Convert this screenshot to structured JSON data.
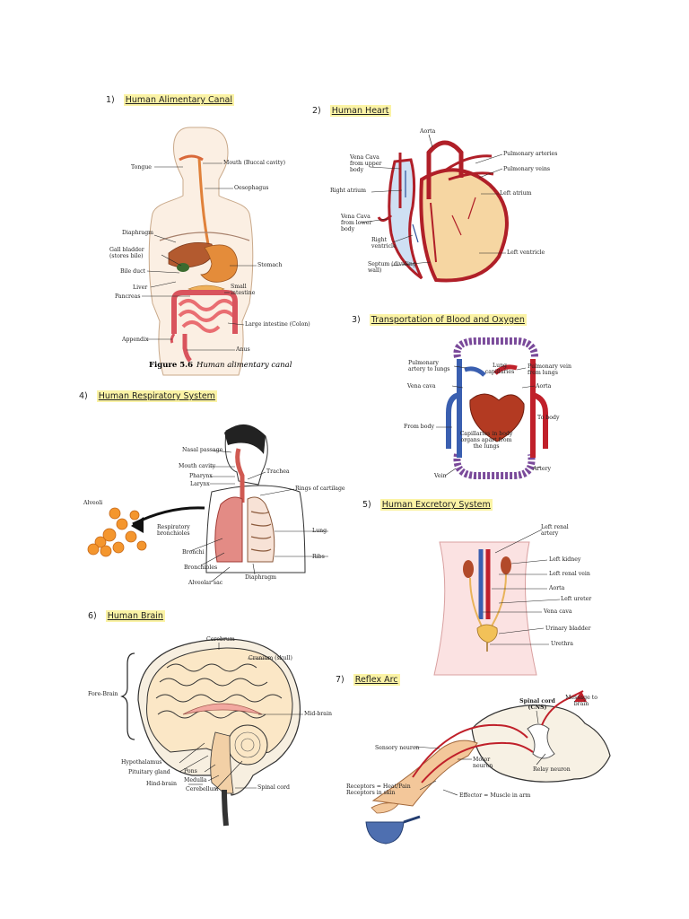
{
  "sections": {
    "s1": {
      "num": "1)",
      "title": "Human Alimentary Canal"
    },
    "s2": {
      "num": "2)",
      "title": "Human Heart"
    },
    "s3": {
      "num": "3)",
      "title": "Transportation of Blood and Oxygen"
    },
    "s4": {
      "num": "4)",
      "title": "Human Respiratory System"
    },
    "s5": {
      "num": "5)",
      "title": "Human Excretory System"
    },
    "s6": {
      "num": "6)",
      "title": "Human Brain"
    },
    "s7": {
      "num": "7)",
      "title": "Reflex Arc"
    }
  },
  "alimentary": {
    "labels": [
      "Mouth (Buccal cavity)",
      "Tongue",
      "Oesophagus",
      "Diaphragm",
      "Gall bladder (stores bile)",
      "Bile duct",
      "Liver",
      "Pancreas",
      "Stomach",
      "Small intestine",
      "Large intestine (Colon)",
      "Appendix",
      "Anus"
    ],
    "caption_fig": "Figure 5.6",
    "caption_text": "Human alimentary canal"
  },
  "heart": {
    "labels": [
      "Aorta",
      "Pulmonary arteries",
      "Pulmonary veins",
      "Vena Cava from upper body",
      "Right atrium",
      "Left atrium",
      "Vena Cava from lower body",
      "Right ventricle",
      "Left ventricle",
      "Septum (dividing wall)"
    ]
  },
  "transport": {
    "labels": [
      "Pulmonary artery to lungs",
      "Lung capillaries",
      "Pulmonary vein from lungs",
      "Vena cava",
      "Aorta",
      "To body",
      "From body",
      "Capillaries in body organs apart from the lungs",
      "Vein",
      "Artery"
    ]
  },
  "respiratory": {
    "labels": [
      "Nasal passage",
      "Mouth cavity",
      "Pharynx",
      "Larynx",
      "Trachea",
      "Rings of cartilage",
      "Alveoli",
      "Respiratory bronchioles",
      "Bronchi",
      "Bronchioles",
      "Alveolar sac",
      "Lung",
      "Ribs",
      "Diaphragm"
    ]
  },
  "excretory": {
    "labels": [
      "Left renal artery",
      "Left kidney",
      "Left renal vein",
      "Aorta",
      "Left ureter",
      "Vena cava",
      "Urinary bladder",
      "Urethra"
    ]
  },
  "brain": {
    "labels": [
      "Cerebrum",
      "Cranium (skull)",
      "Fore-Brain",
      "Mid-brain",
      "Hypothalamus",
      "Pituitary gland",
      "Hind-brain",
      "Pons",
      "Medulla",
      "Cerebellum",
      "Spinal cord"
    ]
  },
  "reflex": {
    "labels": [
      "Spinal cord (CNS)",
      "Message to brain",
      "Sensory neuron",
      "Motor neuron",
      "Relay neuron",
      "Receptors = Heat/Pain Receptors in skin",
      "Effector = Muscle in arm"
    ]
  },
  "colors": {
    "highlight": "#fbf3a5",
    "blood_red": "#c0202a",
    "blood_blue": "#3a5fb0",
    "tissue_orange": "#e8892e",
    "skin": "#f6d9b8"
  }
}
